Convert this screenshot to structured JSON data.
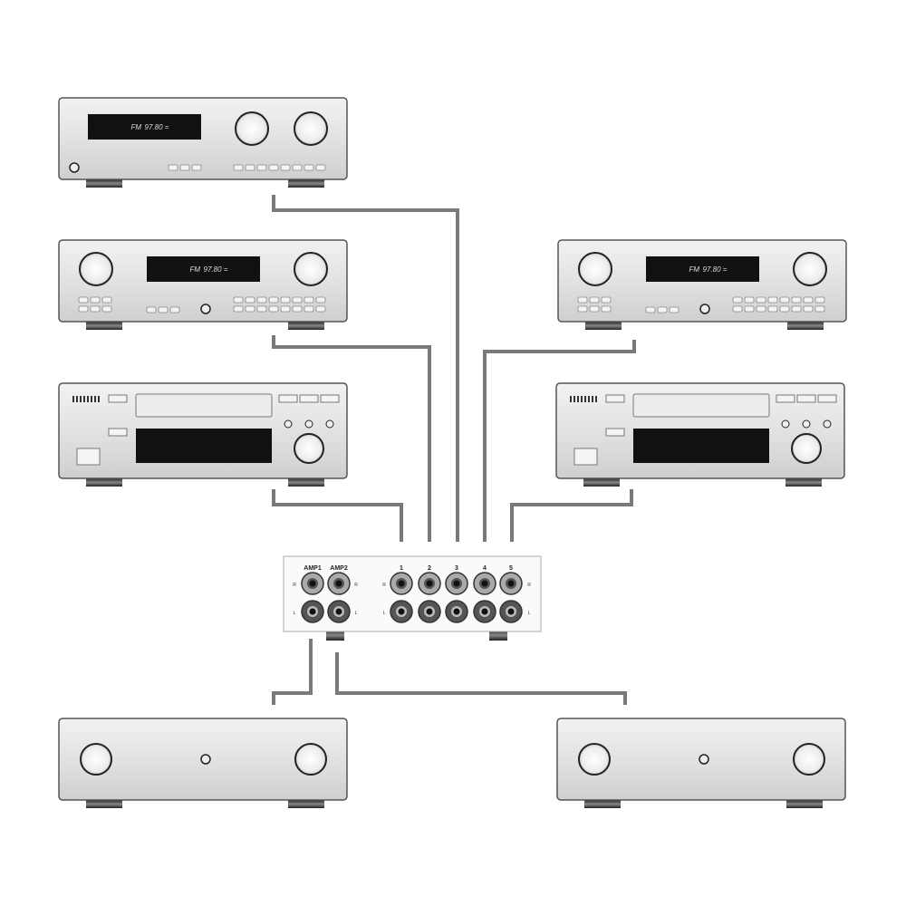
{
  "display": {
    "band": "FM",
    "frequency": "97.80"
  },
  "switch": {
    "amp_labels": [
      "AMP1",
      "AMP2"
    ],
    "input_labels": [
      "1",
      "2",
      "3",
      "4",
      "5"
    ],
    "right_channel": "R",
    "left_channel": "L"
  },
  "colors": {
    "wire": "#7a7a7a",
    "chassis": "#e4e4e4",
    "display": "#111111",
    "outline": "#555555"
  }
}
